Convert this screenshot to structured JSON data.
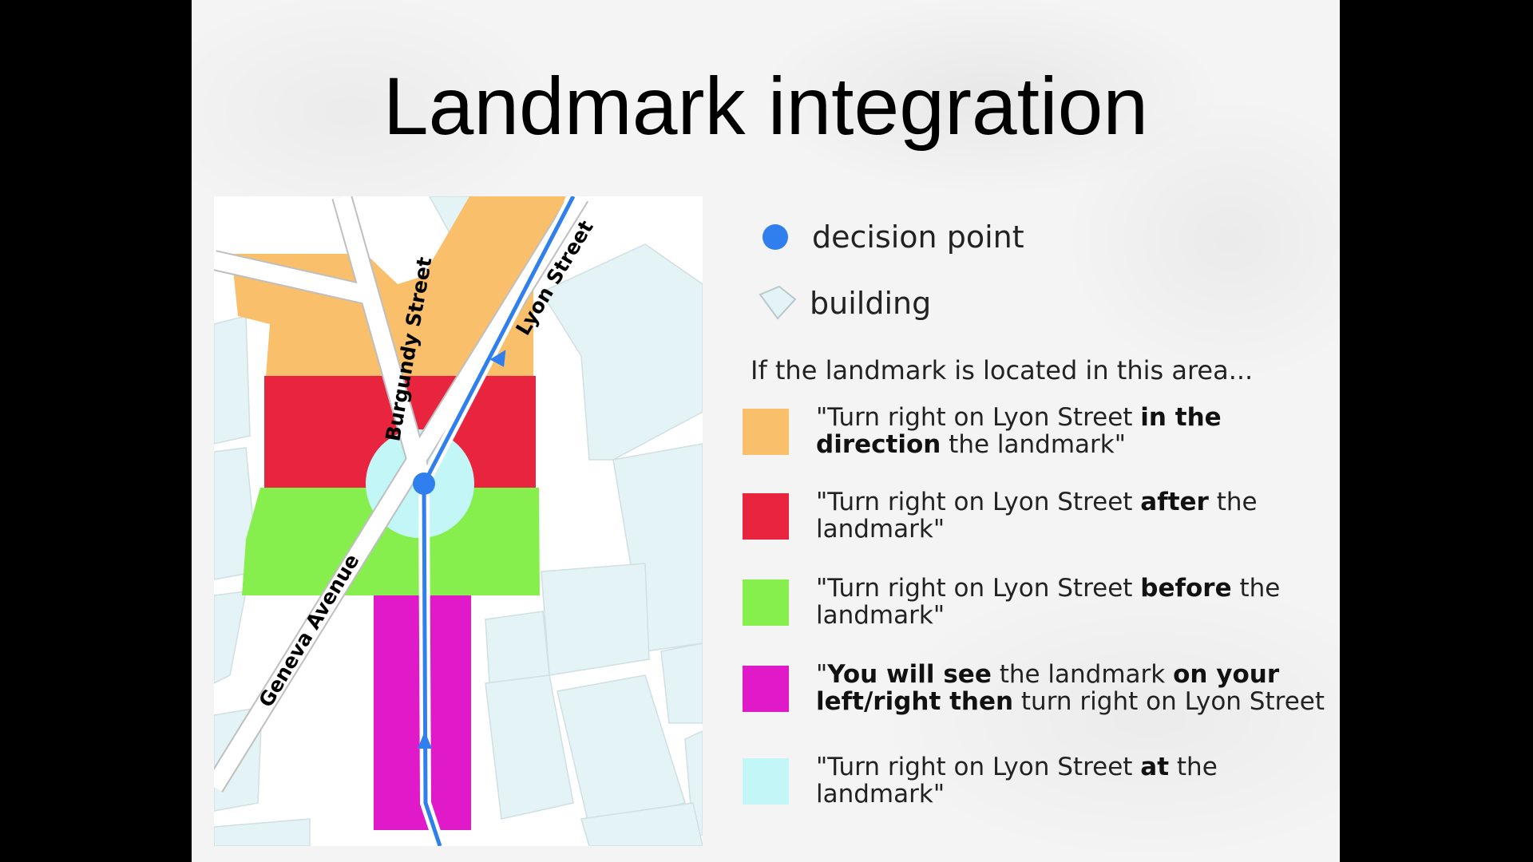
{
  "slide": {
    "title": "Landmark integration"
  },
  "map": {
    "street_labels": {
      "burgundy": "Burgundy Street",
      "lyon": "Lyon Street",
      "geneva": "Geneva Avenue"
    },
    "colors": {
      "orange": "#f9bf6a",
      "red": "#e8243f",
      "green": "#86ef4e",
      "magenta": "#e01ac9",
      "cyan": "#c3f6f7",
      "building": "#e4f4f6",
      "route": "#2f7fef"
    }
  },
  "legend": {
    "decision_point": "decision point",
    "building": "building",
    "intro": "If the landmark is located in this area...",
    "items": [
      {
        "color": "#f9bf6a",
        "l1a": "\"Turn right on Lyon Street ",
        "l1b": "in the",
        "l2a": "direction",
        "l2b": " the landmark\""
      },
      {
        "color": "#e8243f",
        "l1a": "\"Turn right on Lyon Street ",
        "l1b": "after",
        "l1c": " the",
        "l2a": "landmark\""
      },
      {
        "color": "#86ef4e",
        "l1a": "\"Turn right on Lyon Street ",
        "l1b": "before",
        "l1c": " the",
        "l2a": "landmark\""
      },
      {
        "color": "#e01ac9",
        "l1a": "\"",
        "l1b": "You will see",
        "l1c": " the landmark ",
        "l1d": "on your",
        "l2a": "left/right then",
        "l2b": " turn right on Lyon Street"
      },
      {
        "color": "#c3f6f7",
        "l1a": "\"Turn right on Lyon Street ",
        "l1b": "at",
        "l1c": " the",
        "l2a": "landmark\""
      }
    ]
  }
}
